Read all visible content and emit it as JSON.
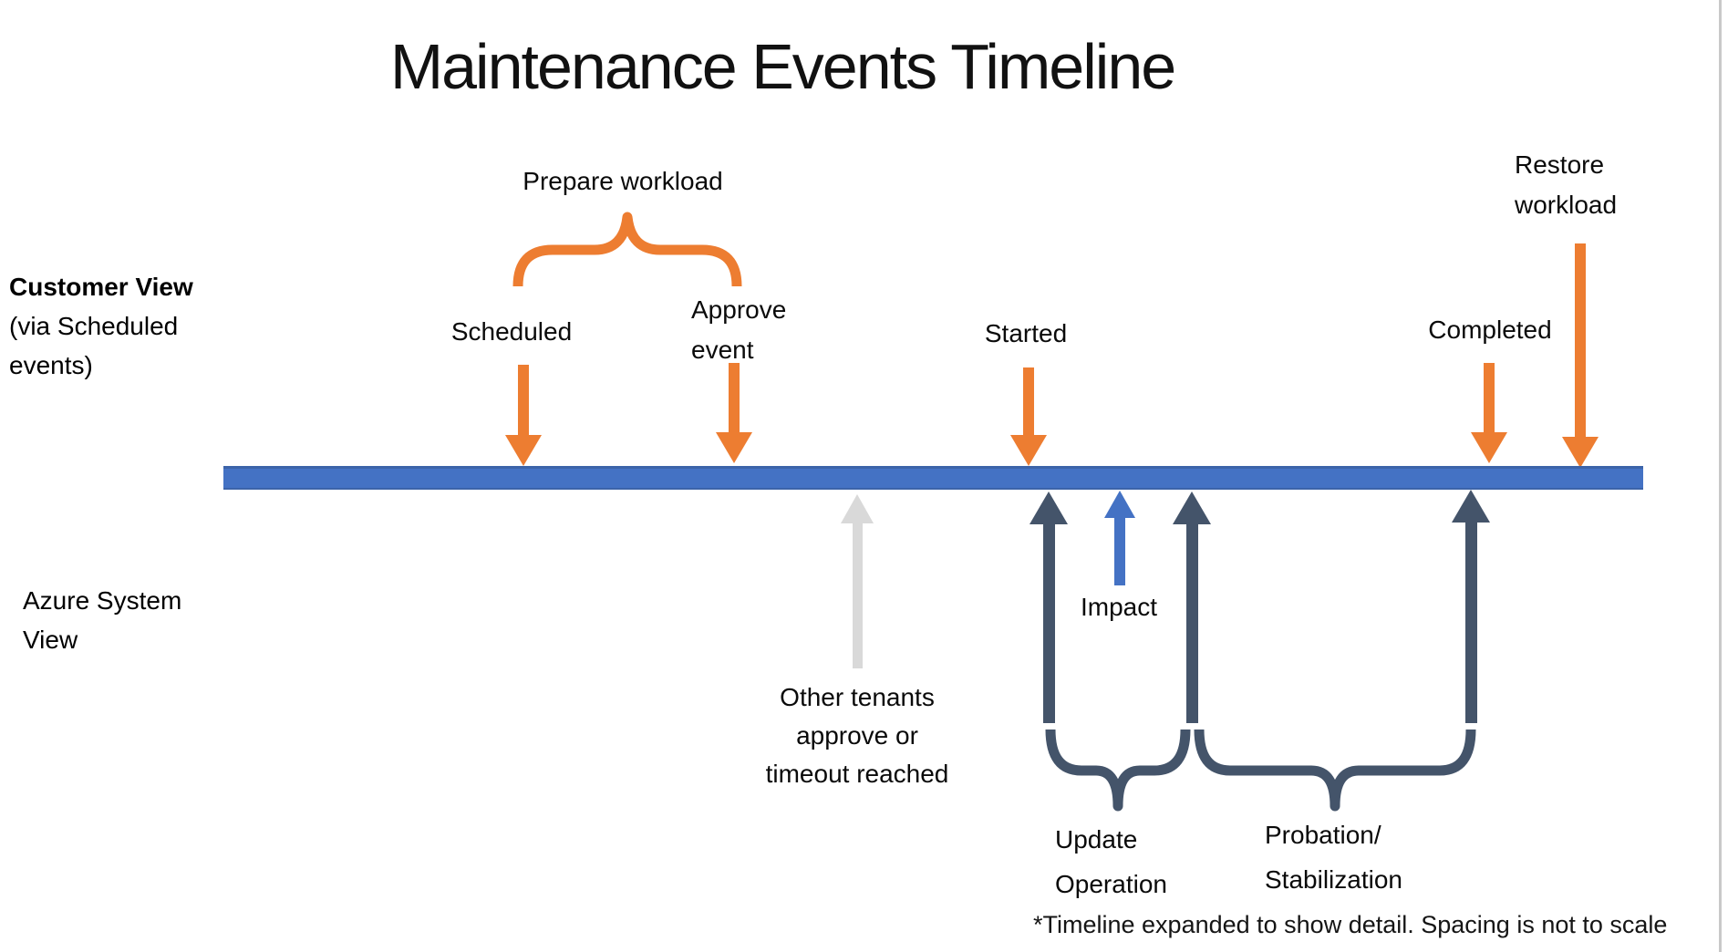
{
  "title": "Maintenance Events Timeline",
  "lanes": {
    "customer_title": "Customer View",
    "customer_sub1": "(via Scheduled",
    "customer_sub2": "events)",
    "azure_line1": "Azure System",
    "azure_line2": "View"
  },
  "labels": {
    "prepare_workload": "Prepare workload",
    "scheduled": "Scheduled",
    "approve_line1": "Approve",
    "approve_line2": "event",
    "started": "Started",
    "completed": "Completed",
    "restore_line1": "Restore",
    "restore_line2": "workload",
    "impact": "Impact",
    "other_line1": "Other tenants",
    "other_line2": "approve or",
    "other_line3": "timeout reached",
    "update_line1": "Update",
    "update_line2": "Operation",
    "probation_line1": "Probation/",
    "probation_line2": "Stabilization"
  },
  "footnote": "*Timeline expanded to show detail. Spacing is not to scale",
  "colors": {
    "orange": "#ED7D31",
    "bar-blue": "#4472C4",
    "impact-blue": "#4472C4",
    "dark-slate": "#44546A",
    "gray-arrow": "#D9D9D9",
    "edge-line": "#C9C9C9"
  }
}
